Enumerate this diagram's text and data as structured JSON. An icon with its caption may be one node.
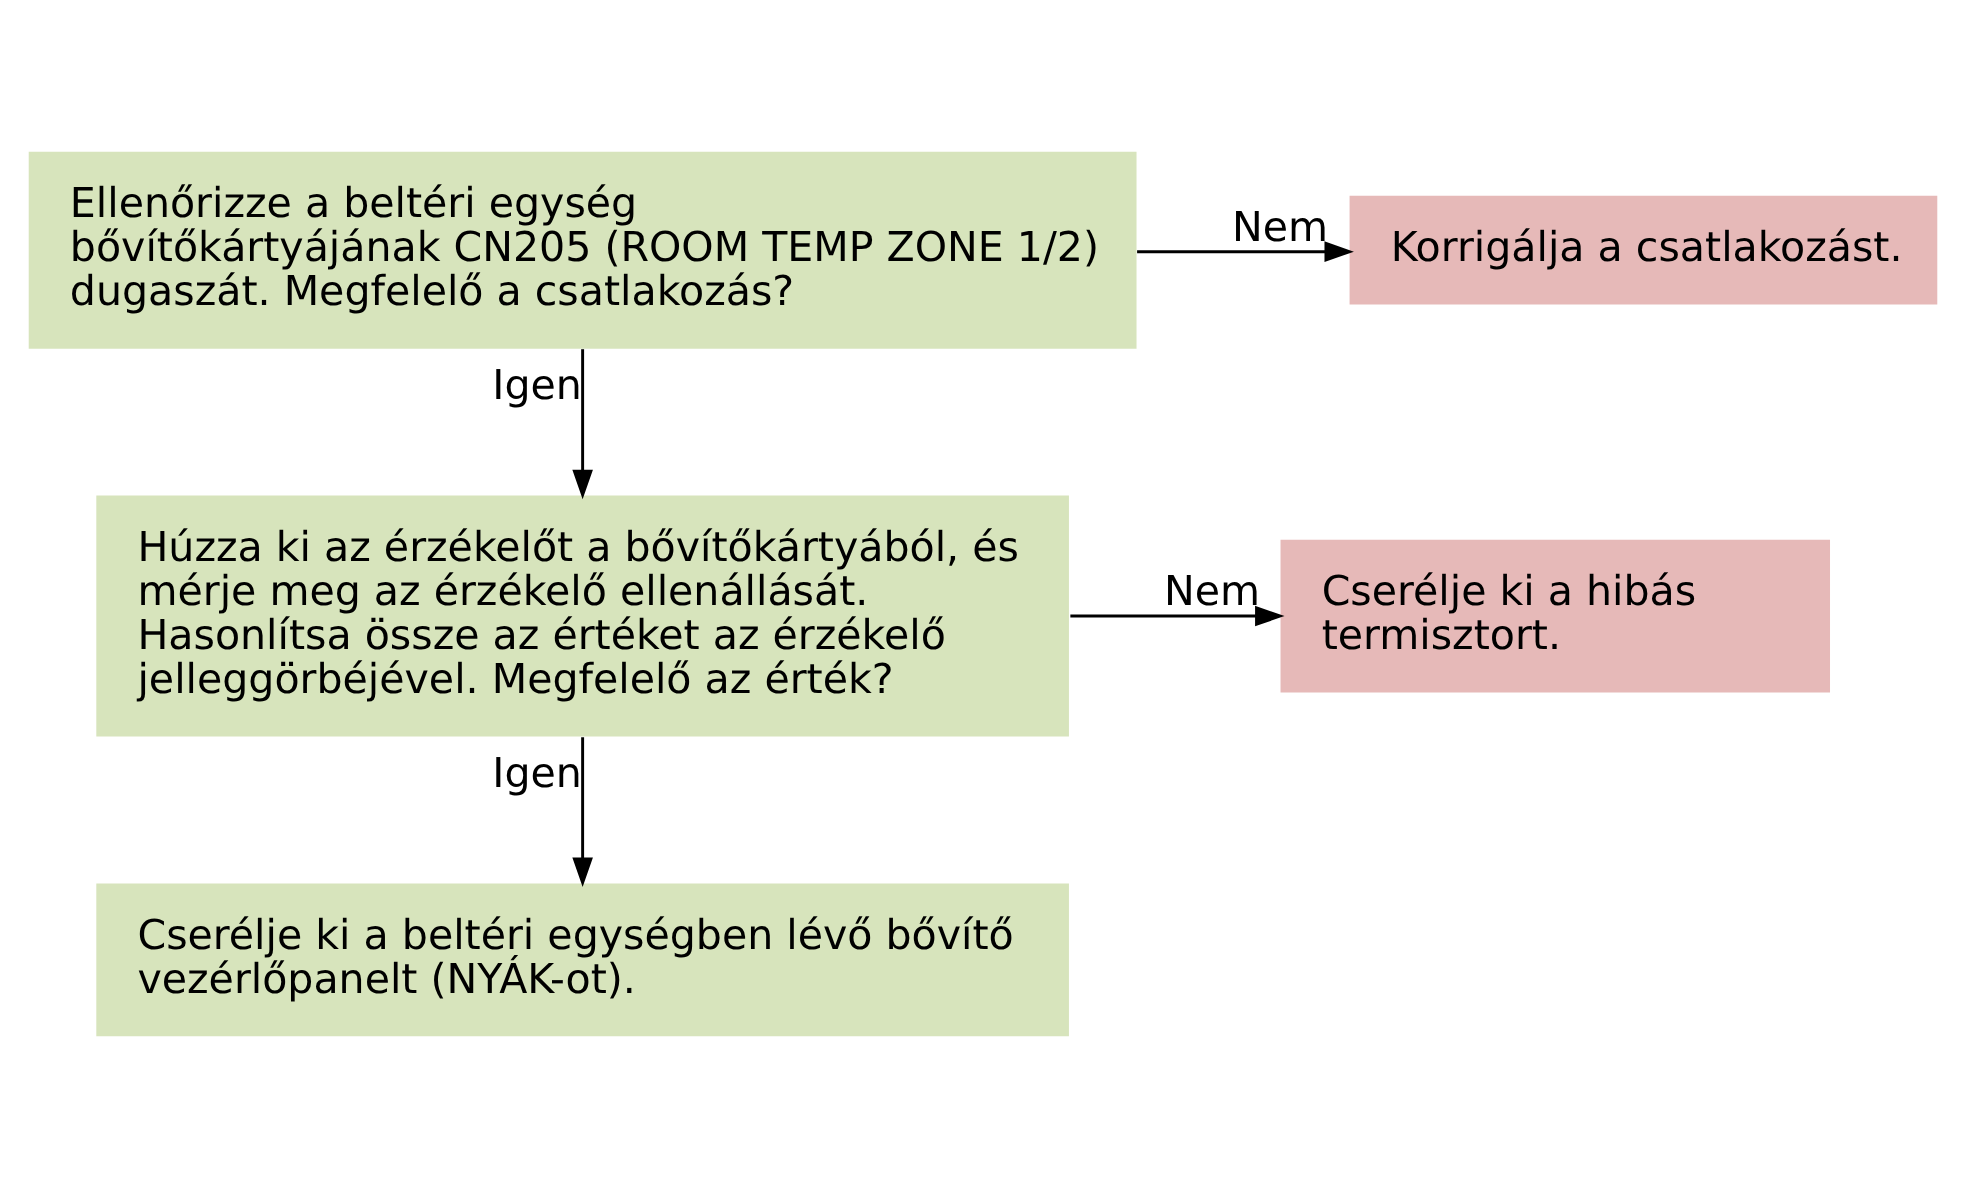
{
  "diagram": {
    "nodes": [
      {
        "text": [
          "Ellenőrizze a beltéri egység bővítőkártyájának CN205 (ROOM TEMP ZONE 1/2) dugaszát. Megfelelő a csatlakozás?"
        ]
      },
      {
        "text": [
          "Korrigálja a csatlakozást."
        ]
      },
      {
        "text": [
          "Húzza ki az érzékelőt a bővítőkártyából, és mérje meg az érzékelő ellenállását. Hasonlítsa össze az értéket az érzékelő jelleggörbéjével. Megfelelő az érték?"
        ]
      },
      {
        "text": [
          "Cserélje ki a hibás termisztort."
        ]
      },
      {
        "text": [
          "Cserélje ki a beltéri egységben lévő bővítő vezérlőpanelt (NYÁK-ot)."
        ]
      }
    ],
    "edges": [
      {
        "from": 0,
        "to": 1,
        "arrow": "to",
        "label": "Nem"
      },
      {
        "from": 0,
        "to": 2,
        "arrow": "to",
        "label": "Igen"
      },
      {
        "from": 2,
        "to": 3,
        "arrow": "to",
        "label": "Nem"
      },
      {
        "from": 2,
        "to": 4,
        "arrow": "to",
        "label": "Igen"
      }
    ]
  }
}
